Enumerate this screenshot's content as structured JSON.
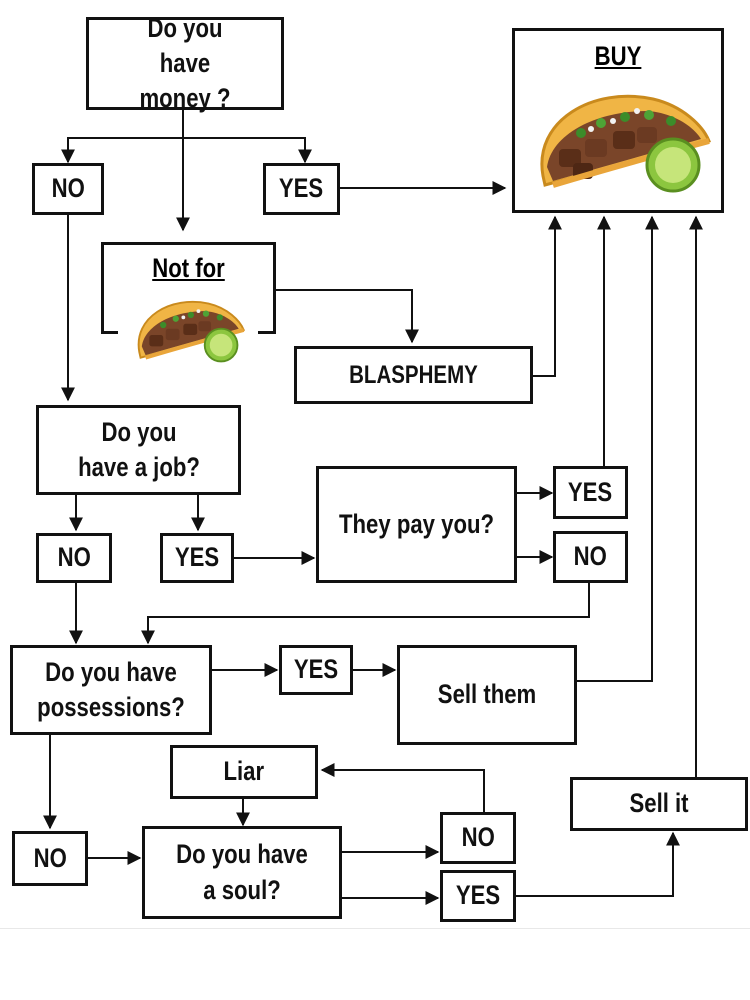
{
  "nodes": {
    "money_q": "Do you have money ?",
    "no_money": "NO",
    "yes_money": "YES",
    "buy": "BUY",
    "not_for": "Not for",
    "blasphemy": "BLASPHEMY",
    "job_q": "Do you have a job?",
    "no_job": "NO",
    "yes_job": "YES",
    "pay_q": "They pay you?",
    "yes_pay": "YES",
    "no_pay": "NO",
    "possessions_q": "Do you have possessions?",
    "yes_possessions": "YES",
    "sell_them": "Sell them",
    "liar": "Liar",
    "no_possessions": "NO",
    "soul_q": "Do you have a soul?",
    "no_soul": "NO",
    "yes_soul": "YES",
    "sell_it": "Sell it"
  },
  "images": {
    "buy_image": "taco-icon",
    "not_for_image": "taco-icon"
  },
  "colors": {
    "line": "#111111",
    "tortilla": "#e8a73a",
    "meat": "#6b3a22",
    "cilantro": "#3c8c2a",
    "lime": "#8cc63f"
  }
}
